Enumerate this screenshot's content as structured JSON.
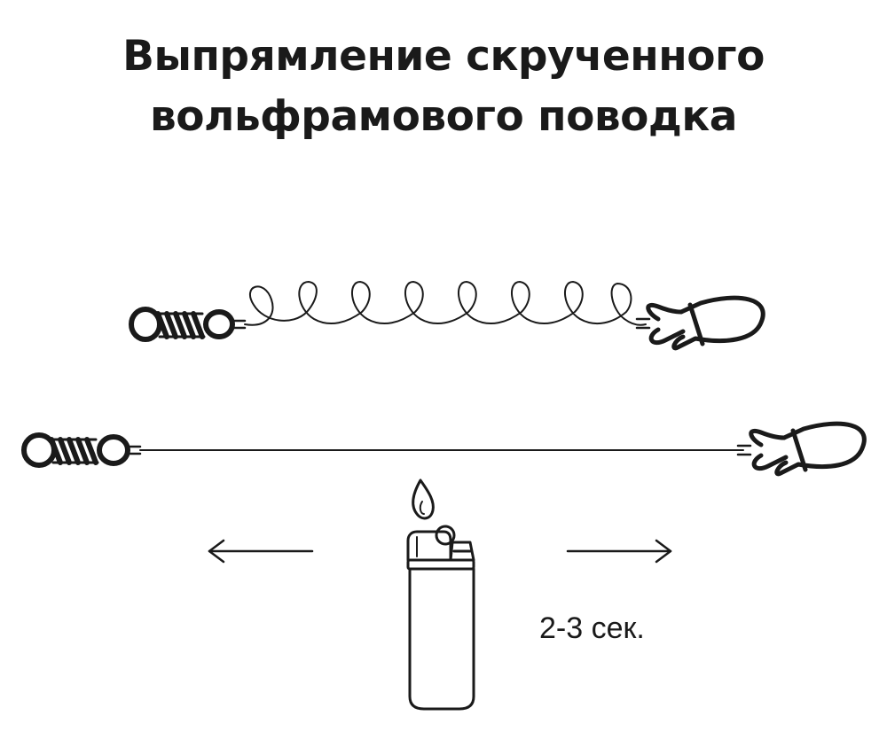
{
  "title": {
    "line1": "Выпрямление скрученного",
    "line2": "вольфрамового поводка"
  },
  "time_label": "2-3 сек.",
  "colors": {
    "ink": "#1a1a1a",
    "background": "#ffffff"
  },
  "icons": {
    "swivel": "swivel-icon",
    "snap": "snap-clip-icon",
    "lighter": "lighter-icon",
    "flame": "flame-icon",
    "arrow_left": "arrow-left-icon",
    "arrow_right": "arrow-right-icon"
  }
}
